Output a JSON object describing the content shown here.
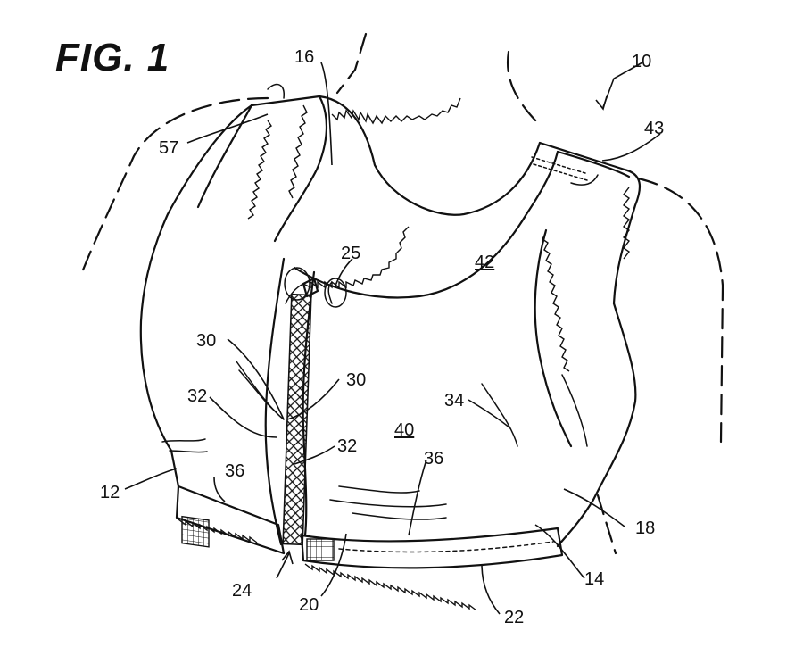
{
  "figure": {
    "title": "FIG. 1",
    "labels": {
      "l10": "10",
      "l12": "12",
      "l14": "14",
      "l16": "16",
      "l18": "18",
      "l20": "20",
      "l22": "22",
      "l24": "24",
      "l25": "25",
      "l30a": "30",
      "l30b": "30",
      "l32a": "32",
      "l32b": "32",
      "l34": "34",
      "l36a": "36",
      "l36b": "36",
      "l40": "40",
      "l42": "42",
      "l43": "43",
      "l57": "57"
    }
  }
}
